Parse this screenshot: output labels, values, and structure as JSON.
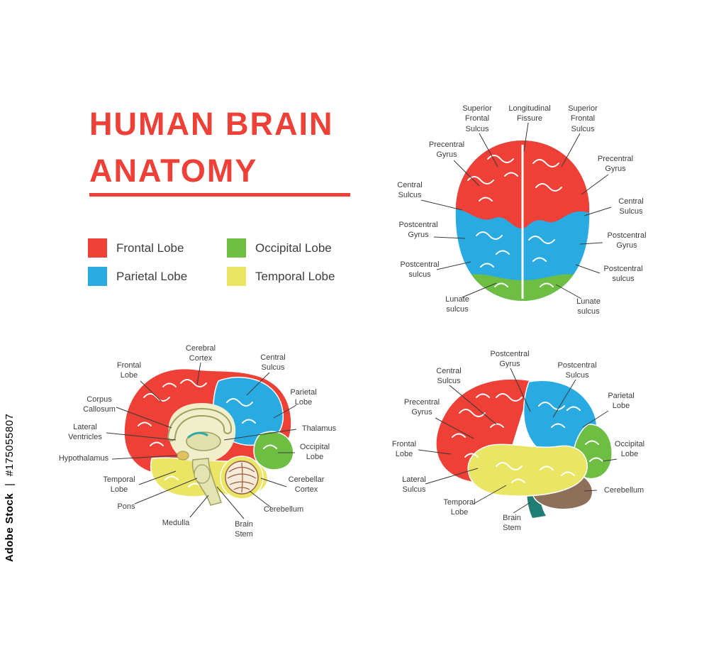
{
  "watermark": {
    "brand": "Adobe Stock",
    "separator": "|",
    "image_id": "#175055807"
  },
  "title": {
    "line1": "HUMAN BRAIN",
    "line2": "ANATOMY"
  },
  "legend": {
    "items": [
      {
        "label": "Frontal Lobe",
        "color": "#ee4036"
      },
      {
        "label": "Occipital Lobe",
        "color": "#6fbe44"
      },
      {
        "label": "Parietal Lobe",
        "color": "#29abe2"
      },
      {
        "label": "Temporal Lobe",
        "color": "#ebe566"
      }
    ]
  },
  "colors": {
    "frontal": "#ee4036",
    "parietal": "#29abe2",
    "occipital": "#6fbe44",
    "temporal": "#ebe566",
    "cerebellum": "#8d6f5a",
    "brain_stem": "#1f7d74",
    "title": "#ee4036"
  },
  "diagrams": {
    "top_view": {
      "labels": [
        "Superior\nFrontal\nSulcus",
        "Longitudinal\nFissure",
        "Superior\nFrontal\nSulcus",
        "Precentral\nGyrus",
        "Precentral\nGyrus",
        "Central\nSulcus",
        "Central\nSulcus",
        "Postcentral\nGyrus",
        "Postcentral\nGyrus",
        "Postcentral\nsulcus",
        "Postcentral\nsulcus",
        "Lunate\nsulcus",
        "Lunate\nsulcus"
      ]
    },
    "sagittal": {
      "labels": [
        "Frontal\nLobe",
        "Cerebral\nCortex",
        "Central\nSulcus",
        "Corpus\nCallosum",
        "Parietal\nLobe",
        "Lateral\nVentricles",
        "Thalamus",
        "Hypothalamus",
        "Occipital\nLobe",
        "Temporal\nLobe",
        "Cerebellar\nCortex",
        "Pons",
        "Cerebellum",
        "Medulla",
        "Brain\nStem"
      ]
    },
    "lateral": {
      "labels": [
        "Central\nSulcus",
        "Postcentral\nGyrus",
        "Postcentral\nSulcus",
        "Precentral\nGyrus",
        "Parietal\nLobe",
        "Frontal\nLobe",
        "Occipital\nLobe",
        "Lateral\nSulcus",
        "Cerebellum",
        "Temporal\nLobe",
        "Brain\nStem"
      ]
    }
  }
}
